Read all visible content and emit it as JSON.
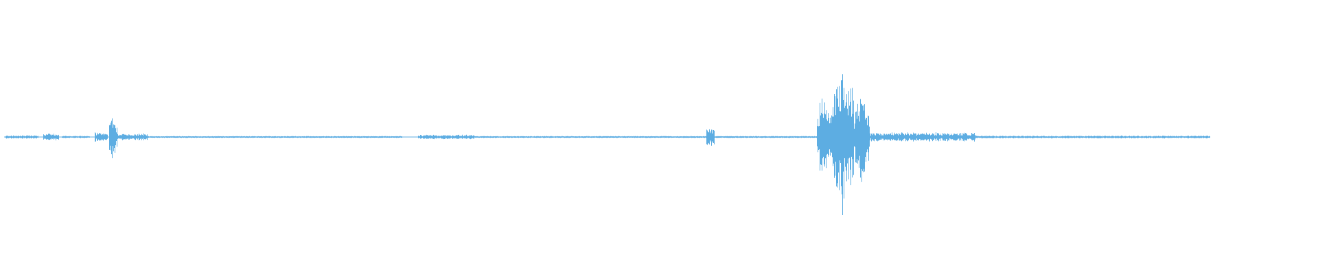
{
  "waveform": {
    "color": "#5dade2",
    "background": "#ffffff",
    "duration_fraction_with_audio": 0.918,
    "segments": [
      {
        "start": 0.004,
        "end": 0.029,
        "level": 0.015
      },
      {
        "start": 0.033,
        "end": 0.045,
        "level": 0.03
      },
      {
        "start": 0.047,
        "end": 0.068,
        "level": 0.01
      },
      {
        "start": 0.072,
        "end": 0.082,
        "level": 0.04
      },
      {
        "start": 0.083,
        "end": 0.089,
        "level": 0.22
      },
      {
        "start": 0.089,
        "end": 0.112,
        "level": 0.03
      },
      {
        "start": 0.112,
        "end": 0.305,
        "level": 0.006
      },
      {
        "start": 0.317,
        "end": 0.36,
        "level": 0.02
      },
      {
        "start": 0.36,
        "end": 0.54,
        "level": 0.008
      },
      {
        "start": 0.536,
        "end": 0.542,
        "level": 0.09
      },
      {
        "start": 0.542,
        "end": 0.62,
        "level": 0.008
      },
      {
        "start": 0.62,
        "end": 0.632,
        "level": 0.35
      },
      {
        "start": 0.632,
        "end": 0.648,
        "level": 0.75
      },
      {
        "start": 0.648,
        "end": 0.66,
        "level": 0.45
      },
      {
        "start": 0.66,
        "end": 0.74,
        "level": 0.04
      },
      {
        "start": 0.74,
        "end": 0.918,
        "level": 0.012
      }
    ]
  }
}
